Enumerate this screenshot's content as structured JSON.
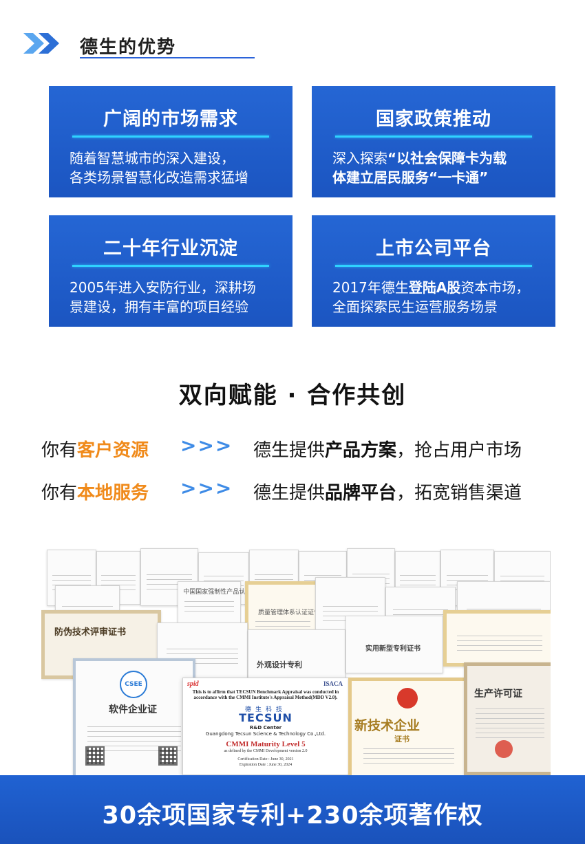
{
  "section": {
    "title": "德生的优势"
  },
  "cards": [
    {
      "title": "广阔的市场需求",
      "body_1": "随着智慧城市的深入建设，",
      "body_2": "各类场景智慧化改造需求猛增"
    },
    {
      "title": "国家政策推动",
      "body_1_plain": "深入探索",
      "body_1_bold": "“以社会保障卡为载",
      "body_2": "体建立居民服务“一卡通”"
    },
    {
      "title": "二十年行业沉淀",
      "body_1": "2005年进入安防行业，深耕场",
      "body_2": "景建设，拥有丰富的项目经验"
    },
    {
      "title": "上市公司平台",
      "body_1_pre": "2017年德生",
      "body_1_bold": "登陆A股",
      "body_1_post": "资本市场，",
      "body_2": "全面探索民生运营服务场景"
    }
  ],
  "empower": {
    "title": "双向赋能 · 合作共创",
    "rows": [
      {
        "left_pre": "你有",
        "left_hl": "客户资源",
        "arrows": ">>>",
        "right_pre": "德生提供",
        "right_bold": "产品方案",
        "right_post": "，抢占用户市场"
      },
      {
        "left_pre": "你有",
        "left_hl": "本地服务",
        "arrows": ">>>",
        "right_pre": "德生提供",
        "right_bold": "品牌平台",
        "right_post": "，拓宽销售渠道"
      }
    ]
  },
  "certificates": {
    "cert_a": "防伪技术评审证书",
    "cert_b": "软件企业证",
    "cert_c": "外观设计专利",
    "cert_d": "实用新型专利证书",
    "cert_e": "生产许可证",
    "cert_f": "新技术企业",
    "cert_f_sub": "证书",
    "cert_g": "质量管理体系认证证书",
    "cert_h": "中国国家强制性产品认证证书",
    "badge_csee": "CSEE",
    "cmmi": {
      "spid": "spid",
      "isaca": "ISACA",
      "affirm": "This is to affirm that TECSUN Benchmark Appraisal was conducted in accordance with the CMMI Institute's Appraisal Method(MDD V2.0).",
      "logo_cn": "德生科技",
      "logo_en": "TECSUN",
      "rd": "R&D Center",
      "company": "Guangdong Tecsun Science & Technology Co.,Ltd.",
      "level": "CMMI Maturity Level 5",
      "defined": "as defined by the CMMI Development version 2.0",
      "cert_date": "Certification Date : June 30, 2021",
      "exp_date": "Expiration Date : June 30, 2024"
    }
  },
  "banner": {
    "text": "30余项国家专利+230余项著作权"
  },
  "colors": {
    "primary_blue": "#1f5ecb",
    "accent_orange": "#f08a1a",
    "line_cyan": "#2fd3ff"
  }
}
